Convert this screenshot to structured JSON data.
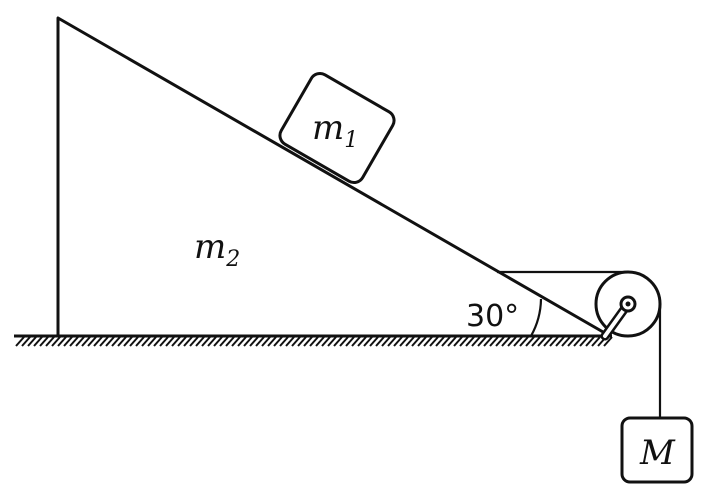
{
  "labels": {
    "block_top_main": "m",
    "block_top_sub": "1",
    "wedge_main": "m",
    "wedge_sub": "2",
    "angle": "30°",
    "hanging_mass": "M"
  },
  "colors": {
    "ink": "#111111",
    "background": "#ffffff"
  }
}
